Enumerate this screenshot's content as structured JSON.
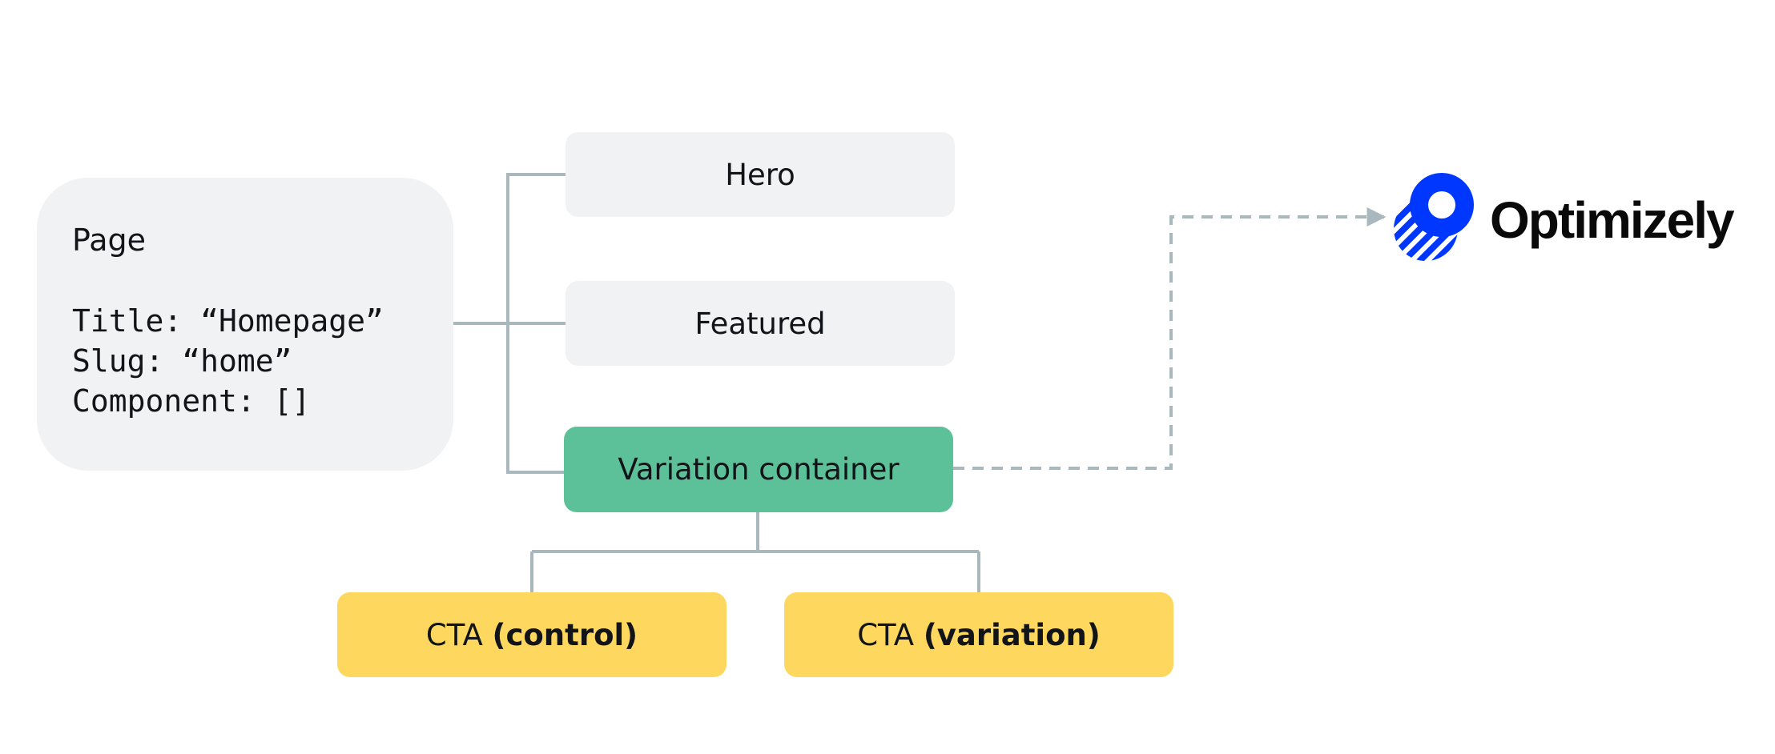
{
  "page_card": {
    "title": "Page",
    "fields": [
      "Title: “Homepage”",
      "Slug: “home”",
      "Component: []"
    ]
  },
  "components": {
    "hero": "Hero",
    "featured": "Featured",
    "variation_container": "Variation container"
  },
  "variants": {
    "control": {
      "prefix": "CTA",
      "tag": "(control)"
    },
    "variation": {
      "prefix": "CTA",
      "tag": "(variation)"
    }
  },
  "brand": {
    "name": "Optimizely"
  },
  "colors": {
    "card_grey": "#f1f2f3",
    "container_green": "#5cc198",
    "cta_yellow": "#fed75f",
    "connector": "#a8b8bd",
    "brand_blue": "#0037ff"
  }
}
